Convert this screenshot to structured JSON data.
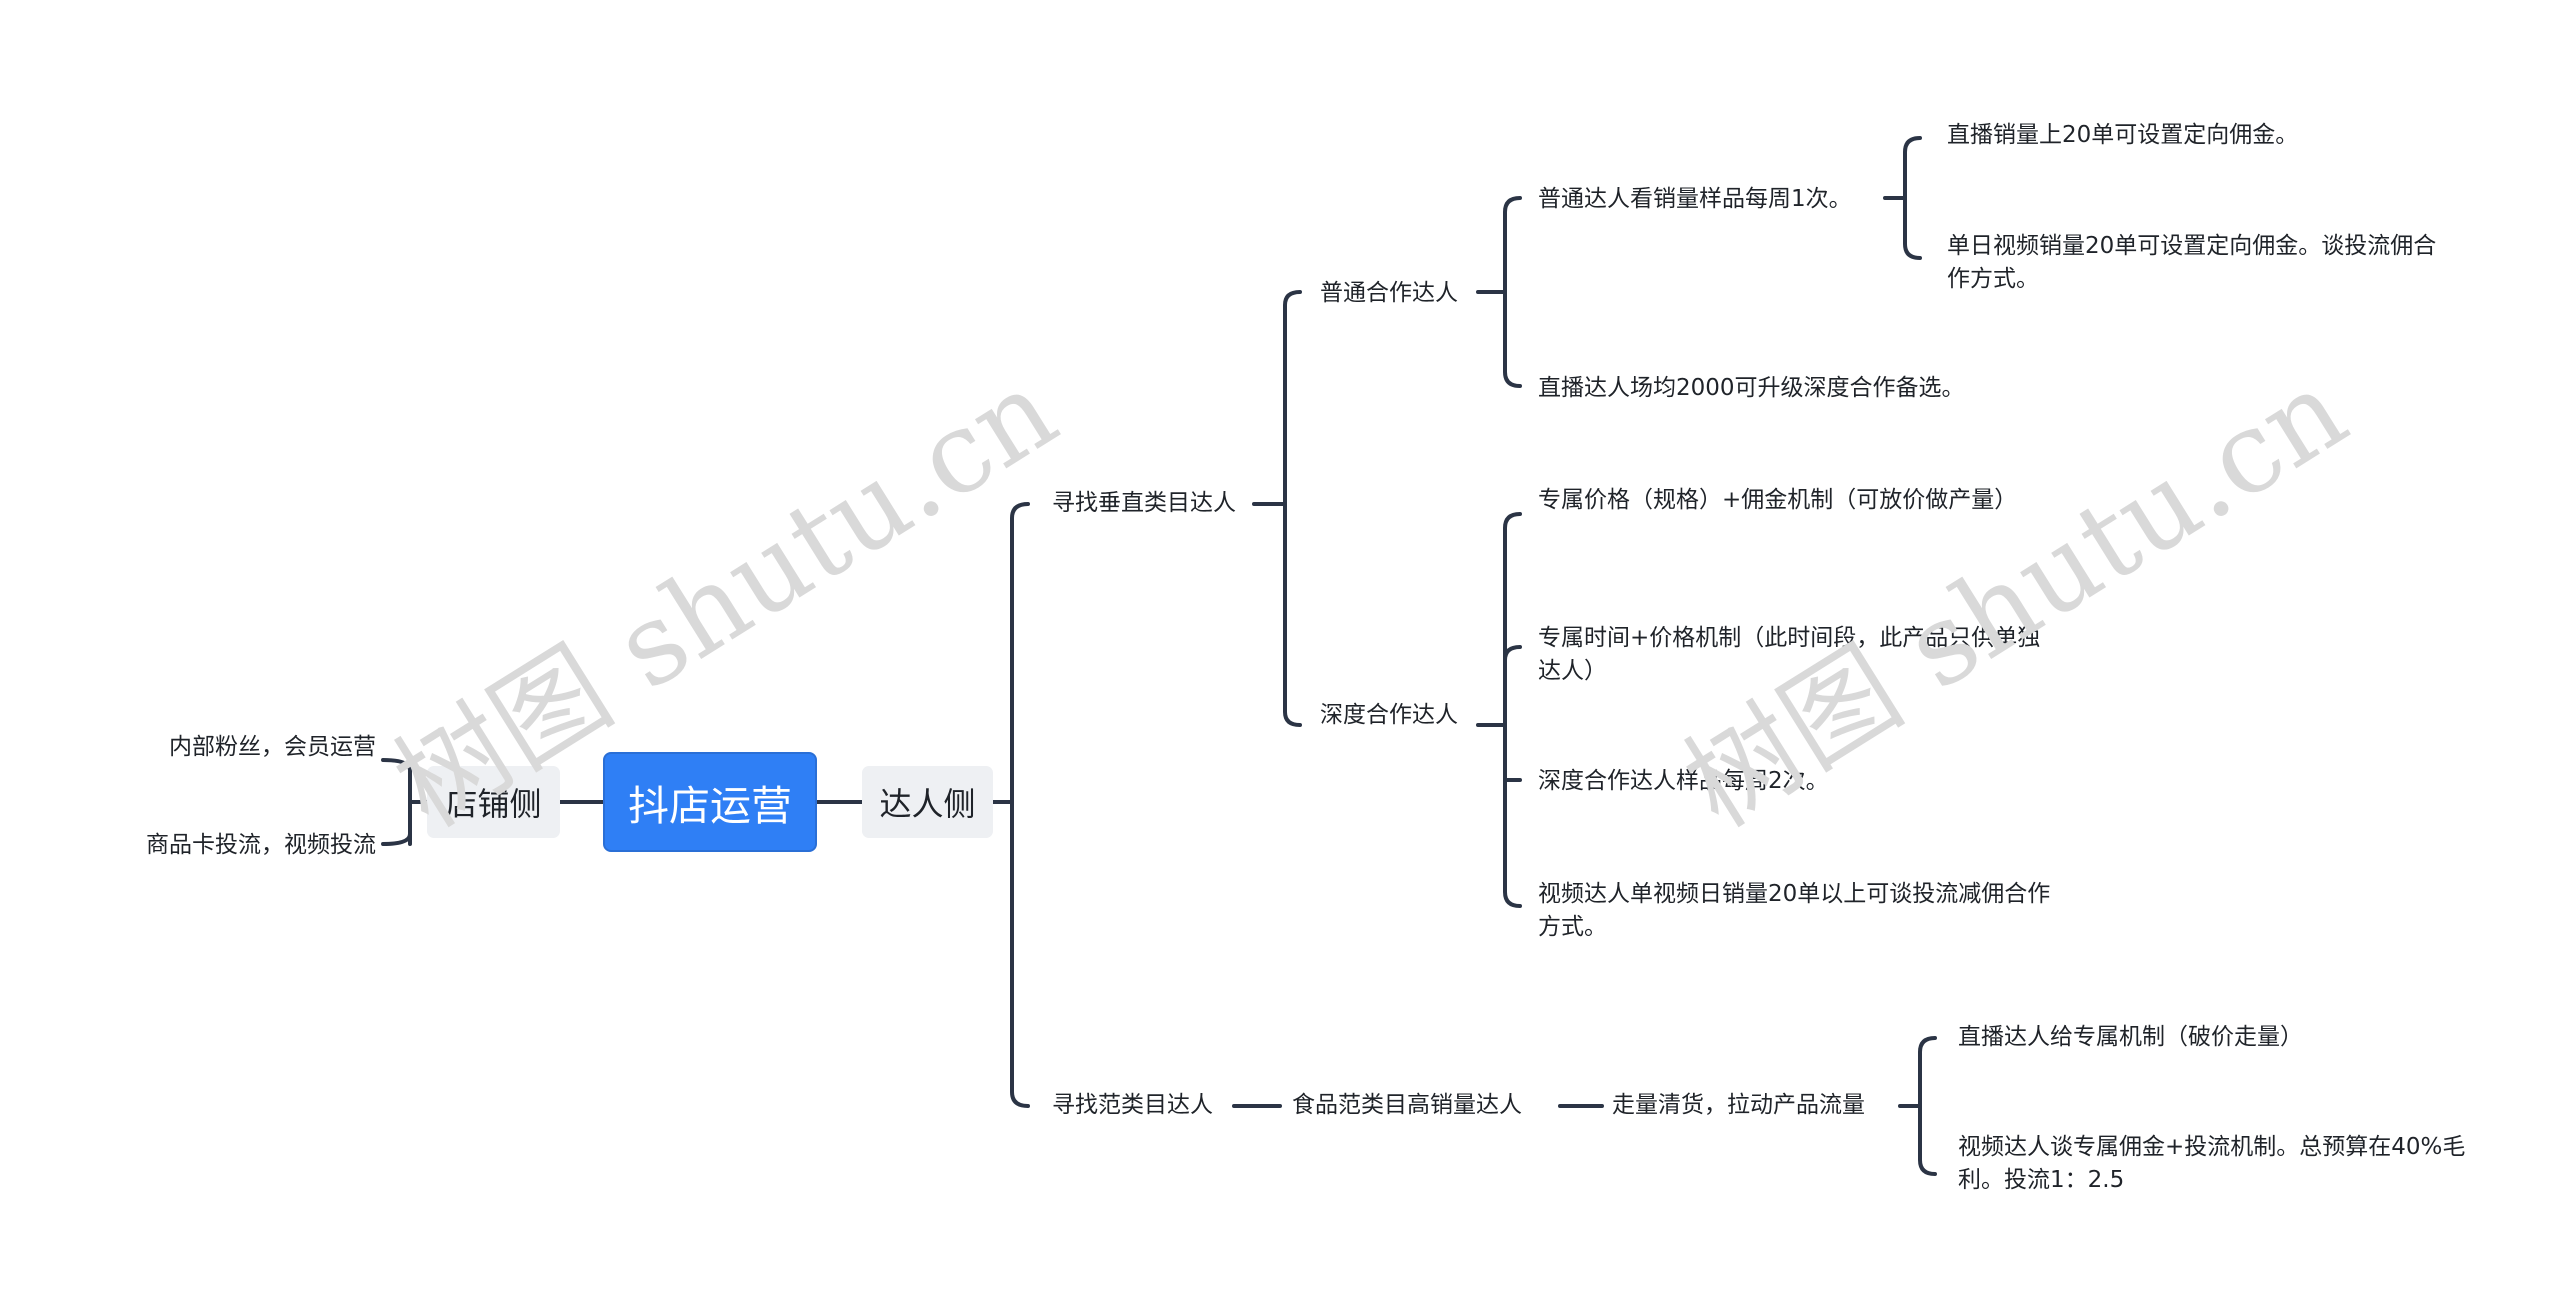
{
  "watermark": "树图 shutu.cn",
  "root": "抖店运营",
  "left_branch": {
    "label": "店铺侧",
    "children": [
      "内部粉丝，会员运营",
      "商品卡投流，视频投流"
    ]
  },
  "right_branch": {
    "label": "达人侧",
    "vertical": {
      "label": "寻找垂直类目达人",
      "normal": {
        "label": "普通合作达人",
        "weekly": {
          "label": "普通达人看销量样品每周1次。",
          "children": [
            "直播销量上20单可设置定向佣金。",
            "单日视频销量20单可设置定向佣金。谈投流佣合作方式。"
          ]
        },
        "live": "直播达人场均2000可升级深度合作备选。"
      },
      "deep": {
        "label": "深度合作达人",
        "children": [
          "专属价格（规格）+佣金机制（可放价做产量）",
          "专属时间+价格机制（此时间段，此产品只供单独达人）",
          "深度合作达人样品每周2次。",
          "视频达人单视频日销量20单以上可谈投流减佣合作方式。"
        ]
      }
    },
    "general": {
      "label": "寻找范类目达人",
      "food": {
        "label": "食品范类目高销量达人",
        "goal": {
          "label": "走量清货，拉动产品流量",
          "children": [
            "直播达人给专属机制（破价走量）",
            "视频达人谈专属佣金+投流机制。总预算在40%毛利。投流1：2.5"
          ]
        }
      }
    }
  }
}
